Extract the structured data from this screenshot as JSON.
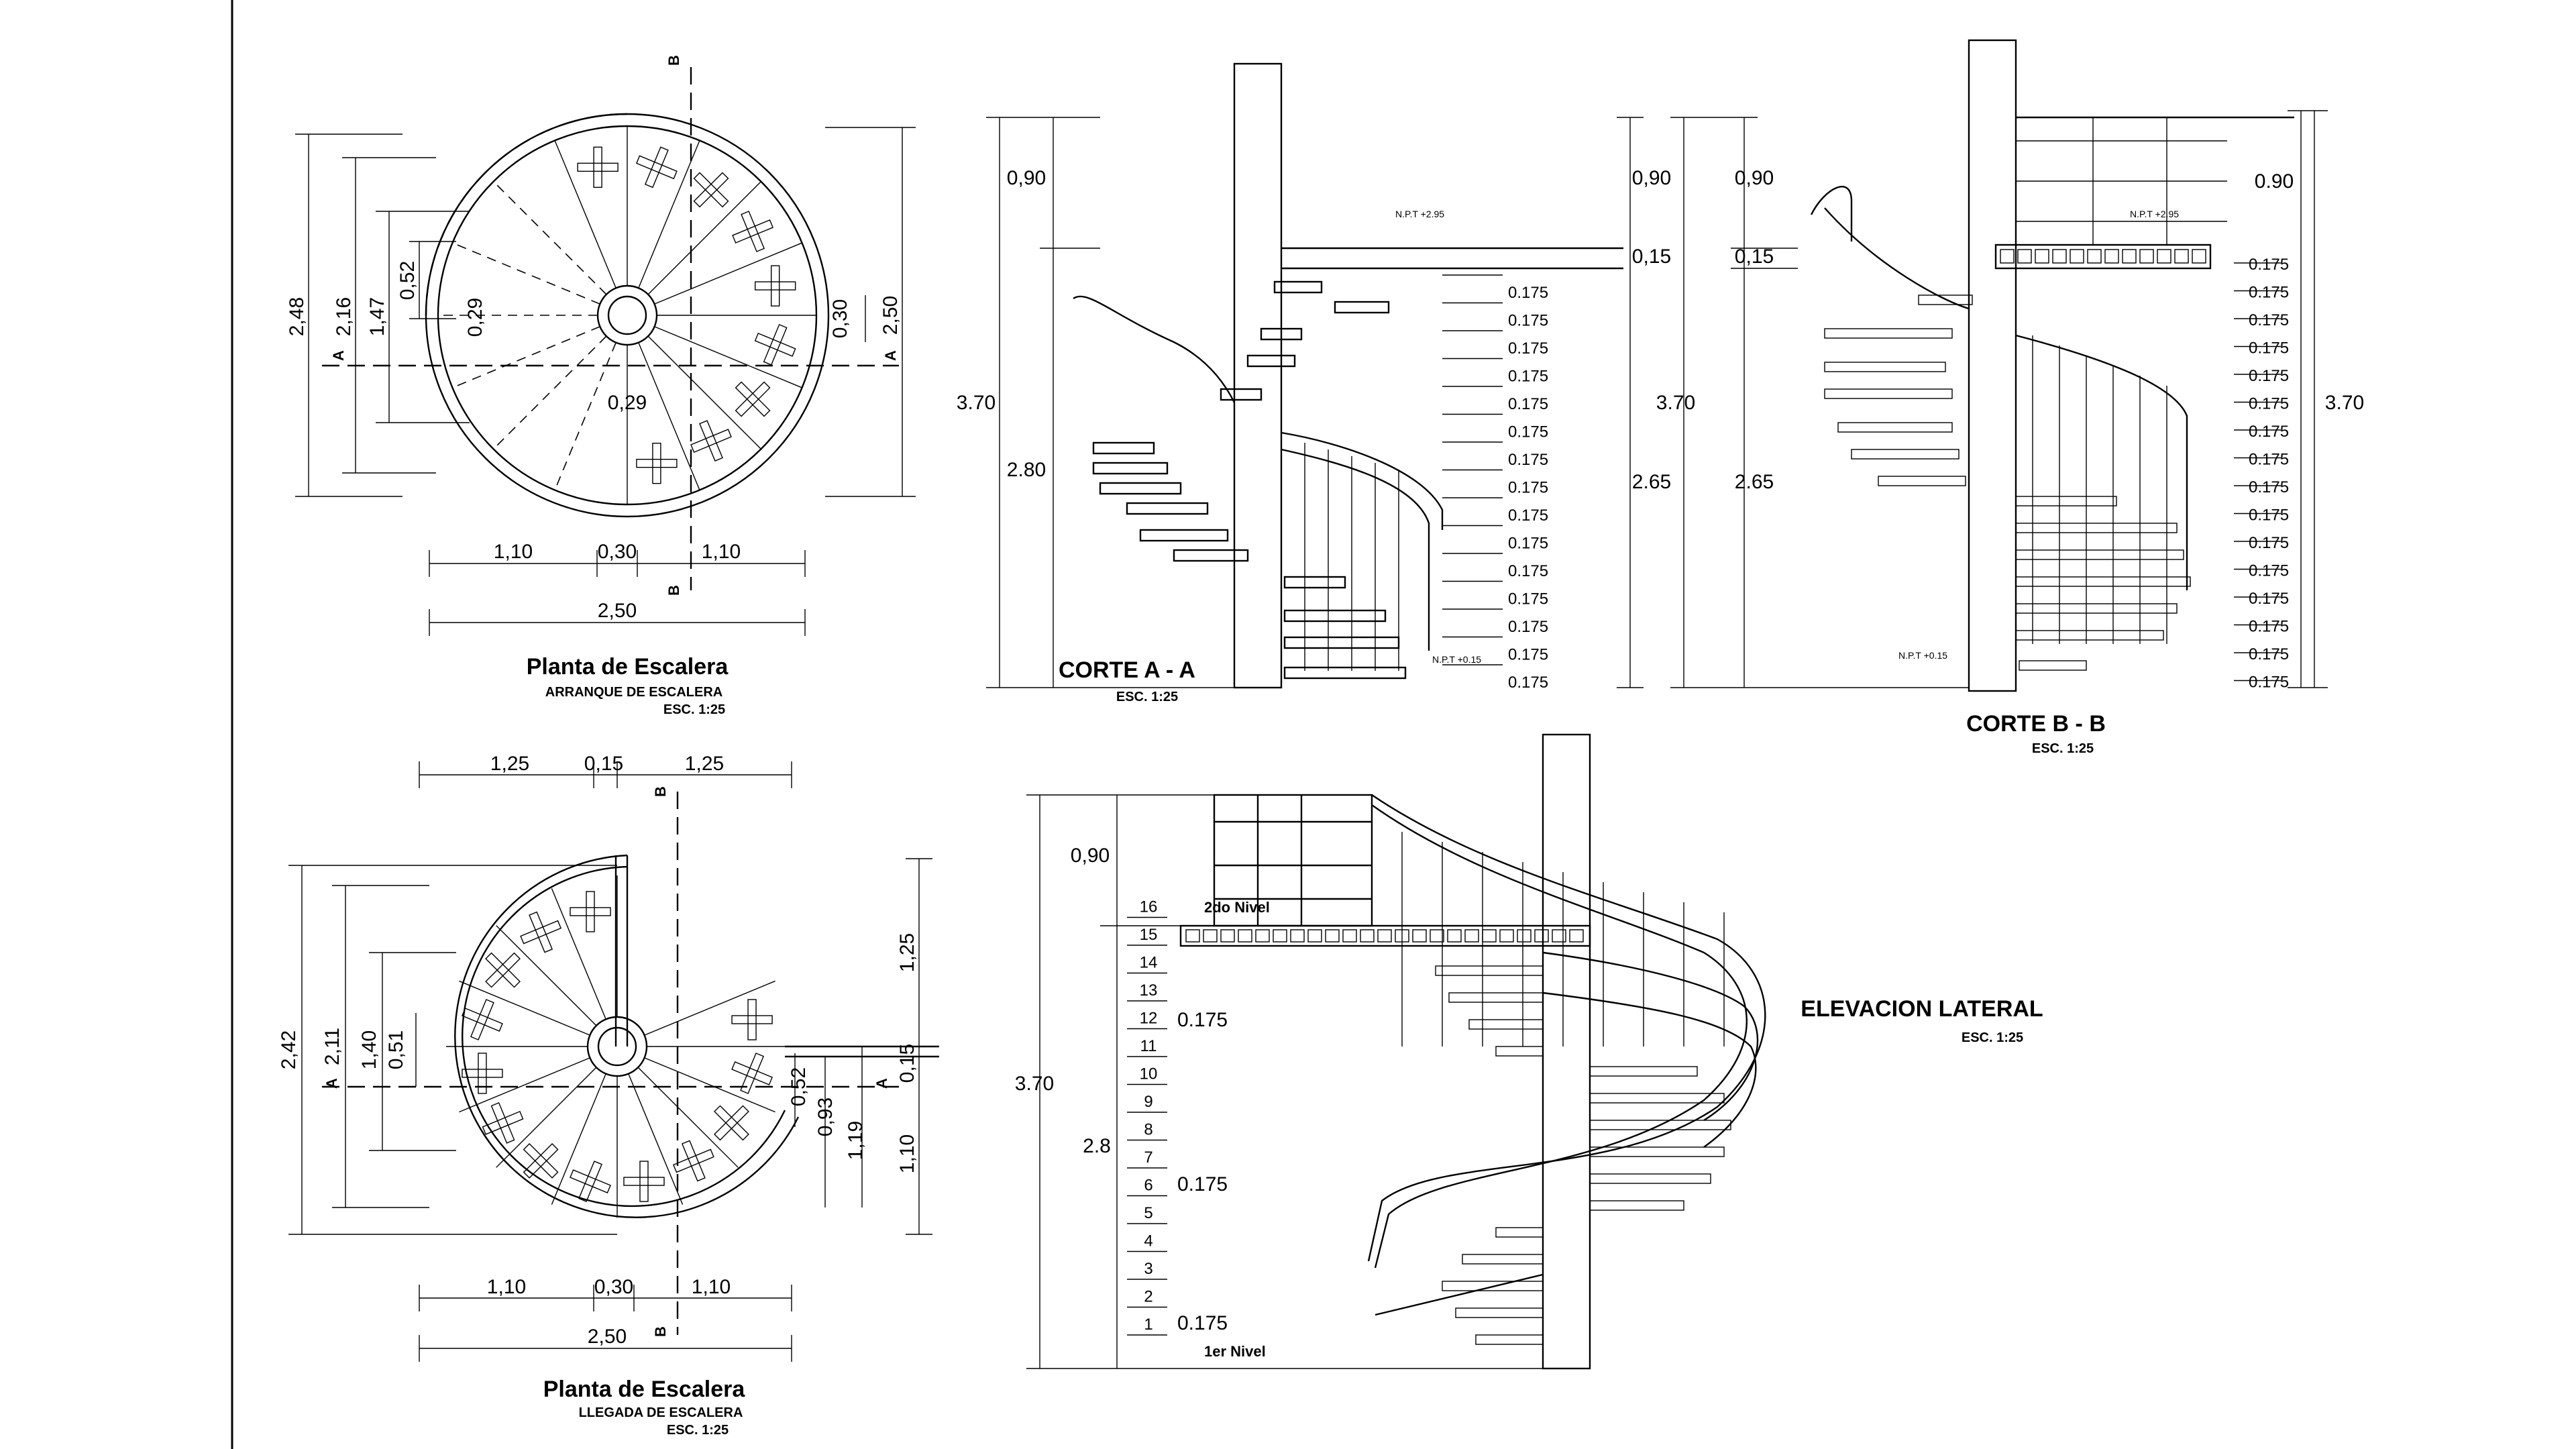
{
  "plan_top": {
    "title": "Planta de Escalera",
    "subtitle": "ARRANQUE DE ESCALERA",
    "scale": "ESC. 1:25",
    "dims": {
      "d248": "2,48",
      "d216": "2,16",
      "d147": "1,47",
      "d052": "0,52",
      "d029a": "0,29",
      "d030": "0,30",
      "d250v": "2,50",
      "d029b": "0,29",
      "d110a": "1,10",
      "d030b": "0,30",
      "d110b": "1,10",
      "d250h": "2,50"
    },
    "section_a": "A",
    "section_b": "B"
  },
  "plan_bottom": {
    "title": "Planta de Escalera",
    "subtitle": "LLEGADA DE ESCALERA",
    "scale": "ESC. 1:25",
    "dims": {
      "d125a": "1,25",
      "d015": "0,15",
      "d125b": "1,25",
      "d242": "2,42",
      "d211": "2,11",
      "d140": "1,40",
      "d051": "0,51",
      "d125v": "1,25",
      "d015v": "0,15",
      "d052": "0,52",
      "d093": "0,93",
      "d119": "1,19",
      "d110v": "1,10",
      "d110a": "1,10",
      "d030": "0,30",
      "d110b": "1,10",
      "d250": "2,50"
    },
    "section_a": "A",
    "section_b": "B"
  },
  "corte_a": {
    "title": "CORTE A - A",
    "scale": "ESC. 1:25",
    "dims": {
      "d090": "0,90",
      "d370": "3.70",
      "d280": "2.80",
      "d090r": "0,90",
      "d015r": "0,15",
      "d370r": "3.70",
      "d265r": "2.65"
    },
    "npt_top": "N.P.T +2.95",
    "npt_bottom": "N.P.T +0.15",
    "riser": "0.175"
  },
  "corte_b": {
    "title": "CORTE B - B",
    "scale": "ESC. 1:25",
    "dims": {
      "d090": "0,90",
      "d015": "0,15",
      "d265": "2.65",
      "d090r": "0.90",
      "d370r": "3.70"
    },
    "npt_top": "N.P.T +2.95",
    "npt_bottom": "N.P.T +0.15",
    "riser": "0.175"
  },
  "elevacion": {
    "title": "ELEVACION LATERAL",
    "scale": "ESC. 1:25",
    "dims": {
      "d090": "0,90",
      "d370": "3.70",
      "d28": "2.8"
    },
    "level_top": "2do Nivel",
    "level_bottom": "1er Nivel",
    "riser": "0.175",
    "steps": [
      "1",
      "2",
      "3",
      "4",
      "5",
      "6",
      "7",
      "8",
      "9",
      "10",
      "11",
      "12",
      "13",
      "14",
      "15",
      "16"
    ]
  }
}
